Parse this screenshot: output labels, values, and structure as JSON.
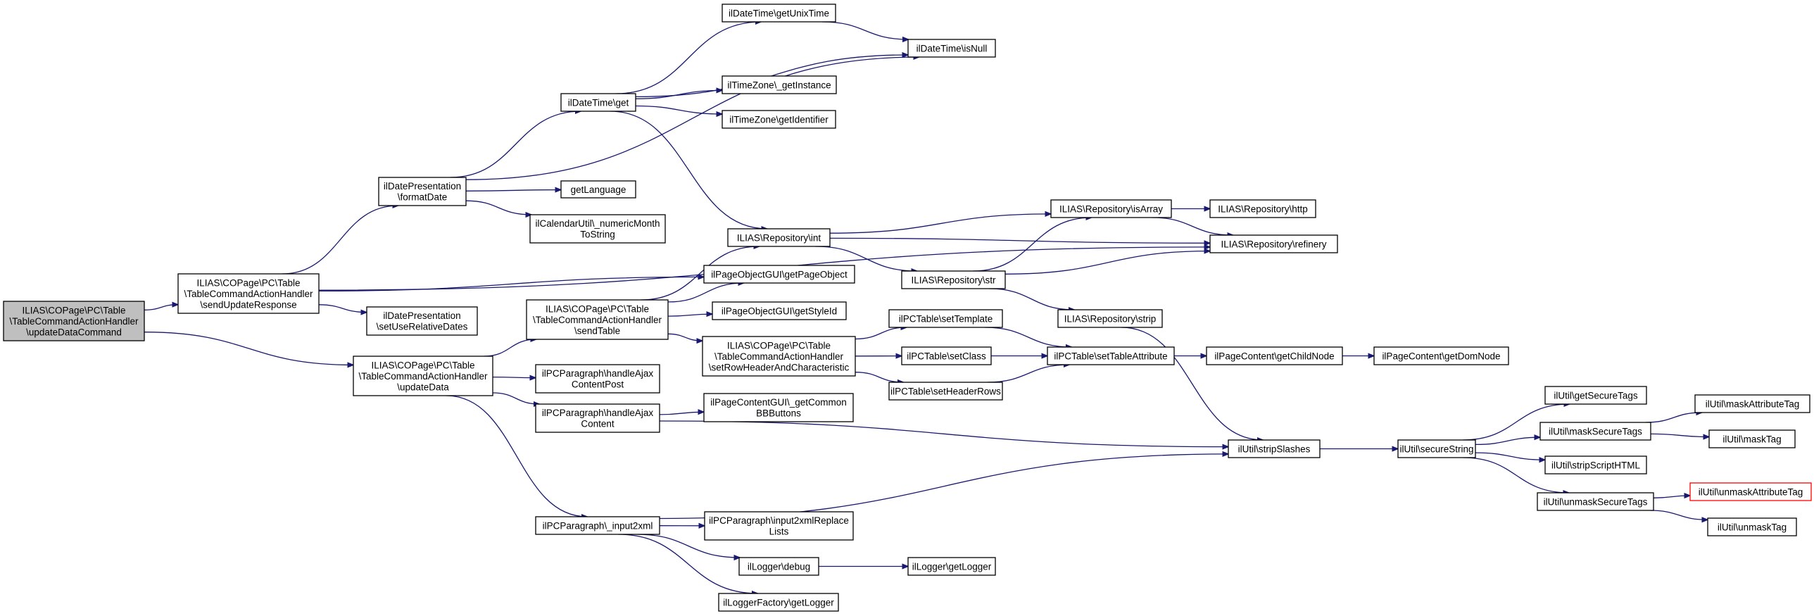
{
  "graph": {
    "nodes": [
      {
        "id": "root",
        "lines": [
          "ILIAS\\COPage\\PC\\Table",
          "\\TableCommandActionHandler",
          "\\updateDataCommand"
        ],
        "style": "root"
      },
      {
        "id": "sendUpdateResponse",
        "lines": [
          "ILIAS\\COPage\\PC\\Table",
          "\\TableCommandActionHandler",
          "\\sendUpdateResponse"
        ]
      },
      {
        "id": "updateData",
        "lines": [
          "ILIAS\\COPage\\PC\\Table",
          "\\TableCommandActionHandler",
          "\\updateData"
        ]
      },
      {
        "id": "formatDate",
        "lines": [
          "ilDatePresentation",
          "\\formatDate"
        ]
      },
      {
        "id": "setUseRelativeDates",
        "lines": [
          "ilDatePresentation",
          "\\setUseRelativeDates"
        ]
      },
      {
        "id": "dtGet",
        "lines": [
          "ilDateTime\\get"
        ]
      },
      {
        "id": "getLanguage",
        "lines": [
          "getLanguage"
        ]
      },
      {
        "id": "numericMonth",
        "lines": [
          "ilCalendarUtil\\_numericMonth",
          "ToString"
        ]
      },
      {
        "id": "getUnixTime",
        "lines": [
          "ilDateTime\\getUnixTime"
        ]
      },
      {
        "id": "isNull",
        "lines": [
          "ilDateTime\\isNull"
        ]
      },
      {
        "id": "tzInstance",
        "lines": [
          "ilTimeZone\\_getInstance"
        ]
      },
      {
        "id": "tzIdentifier",
        "lines": [
          "ilTimeZone\\getIdentifier"
        ]
      },
      {
        "id": "sendTable",
        "lines": [
          "ILIAS\\COPage\\PC\\Table",
          "\\TableCommandActionHandler",
          "\\sendTable"
        ]
      },
      {
        "id": "handleAjaxContentPost",
        "lines": [
          "ilPCParagraph\\handleAjax",
          "ContentPost"
        ]
      },
      {
        "id": "handleAjaxContent",
        "lines": [
          "ilPCParagraph\\handleAjax",
          "Content"
        ]
      },
      {
        "id": "input2xml",
        "lines": [
          "ilPCParagraph\\_input2xml"
        ]
      },
      {
        "id": "repoInt",
        "lines": [
          "ILIAS\\Repository\\int"
        ]
      },
      {
        "id": "getPageObject",
        "lines": [
          "ilPageObjectGUI\\getPageObject"
        ]
      },
      {
        "id": "getStyleId",
        "lines": [
          "ilPageObjectGUI\\getStyleId"
        ]
      },
      {
        "id": "setRowHeader",
        "lines": [
          "ILIAS\\COPage\\PC\\Table",
          "\\TableCommandActionHandler",
          "\\setRowHeaderAndCharacteristic"
        ]
      },
      {
        "id": "commonBB",
        "lines": [
          "ilPageContentGUI\\_getCommon",
          "BBButtons"
        ]
      },
      {
        "id": "replaceLists",
        "lines": [
          "ilPCParagraph\\input2xmlReplace",
          "Lists"
        ]
      },
      {
        "id": "loggerDebug",
        "lines": [
          "ilLogger\\debug"
        ]
      },
      {
        "id": "factoryGetLogger",
        "lines": [
          "ilLoggerFactory\\getLogger"
        ]
      },
      {
        "id": "repoStr",
        "lines": [
          "ILIAS\\Repository\\str"
        ]
      },
      {
        "id": "repoIsArray",
        "lines": [
          "ILIAS\\Repository\\isArray"
        ]
      },
      {
        "id": "repoRefinery",
        "lines": [
          "ILIAS\\Repository\\refinery"
        ]
      },
      {
        "id": "repoHttp",
        "lines": [
          "ILIAS\\Repository\\http"
        ]
      },
      {
        "id": "repoStrip",
        "lines": [
          "ILIAS\\Repository\\strip"
        ]
      },
      {
        "id": "setTemplate",
        "lines": [
          "ilPCTable\\setTemplate"
        ]
      },
      {
        "id": "setClass",
        "lines": [
          "ilPCTable\\setClass"
        ]
      },
      {
        "id": "setHeaderRows",
        "lines": [
          "ilPCTable\\setHeaderRows"
        ]
      },
      {
        "id": "setTableAttribute",
        "lines": [
          "ilPCTable\\setTableAttribute"
        ]
      },
      {
        "id": "getChildNode",
        "lines": [
          "ilPageContent\\getChildNode"
        ]
      },
      {
        "id": "getDomNode",
        "lines": [
          "ilPageContent\\getDomNode"
        ]
      },
      {
        "id": "stripSlashes",
        "lines": [
          "ilUtil\\stripSlashes"
        ]
      },
      {
        "id": "secureString",
        "lines": [
          "ilUtil\\secureString"
        ]
      },
      {
        "id": "getSecureTags",
        "lines": [
          "ilUtil\\getSecureTags"
        ]
      },
      {
        "id": "maskSecureTags",
        "lines": [
          "ilUtil\\maskSecureTags"
        ]
      },
      {
        "id": "stripScriptHTML",
        "lines": [
          "ilUtil\\stripScriptHTML"
        ]
      },
      {
        "id": "unmaskSecureTags",
        "lines": [
          "ilUtil\\unmaskSecureTags"
        ]
      },
      {
        "id": "maskAttributeTag",
        "lines": [
          "ilUtil\\maskAttributeTag"
        ]
      },
      {
        "id": "maskTag",
        "lines": [
          "ilUtil\\maskTag"
        ]
      },
      {
        "id": "unmaskAttributeTag",
        "lines": [
          "ilUtil\\unmaskAttributeTag"
        ],
        "style": "red"
      },
      {
        "id": "unmaskTag",
        "lines": [
          "ilUtil\\unmaskTag"
        ]
      },
      {
        "id": "loggerGetLogger",
        "lines": [
          "ilLogger\\getLogger"
        ]
      }
    ],
    "edges": [
      [
        "root",
        "sendUpdateResponse"
      ],
      [
        "root",
        "updateData"
      ],
      [
        "sendUpdateResponse",
        "formatDate"
      ],
      [
        "sendUpdateResponse",
        "setUseRelativeDates"
      ],
      [
        "sendUpdateResponse",
        "getPageObject"
      ],
      [
        "sendUpdateResponse",
        "repoRefinery"
      ],
      [
        "formatDate",
        "dtGet"
      ],
      [
        "formatDate",
        "getLanguage"
      ],
      [
        "formatDate",
        "numericMonth"
      ],
      [
        "formatDate",
        "isNull"
      ],
      [
        "dtGet",
        "getUnixTime"
      ],
      [
        "dtGet",
        "isNull"
      ],
      [
        "dtGet",
        "tzInstance"
      ],
      [
        "dtGet",
        "tzIdentifier"
      ],
      [
        "dtGet",
        "repoInt"
      ],
      [
        "getUnixTime",
        "isNull"
      ],
      [
        "updateData",
        "sendTable"
      ],
      [
        "updateData",
        "handleAjaxContentPost"
      ],
      [
        "updateData",
        "handleAjaxContent"
      ],
      [
        "updateData",
        "input2xml"
      ],
      [
        "sendTable",
        "repoInt"
      ],
      [
        "sendTable",
        "getPageObject"
      ],
      [
        "sendTable",
        "getStyleId"
      ],
      [
        "sendTable",
        "setRowHeader"
      ],
      [
        "handleAjaxContent",
        "commonBB"
      ],
      [
        "handleAjaxContent",
        "stripSlashes"
      ],
      [
        "input2xml",
        "stripSlashes"
      ],
      [
        "input2xml",
        "replaceLists"
      ],
      [
        "input2xml",
        "loggerDebug"
      ],
      [
        "input2xml",
        "factoryGetLogger"
      ],
      [
        "loggerDebug",
        "loggerGetLogger"
      ],
      [
        "repoInt",
        "repoStr"
      ],
      [
        "repoInt",
        "repoIsArray"
      ],
      [
        "repoInt",
        "repoRefinery"
      ],
      [
        "repoStr",
        "repoIsArray"
      ],
      [
        "repoStr",
        "repoRefinery"
      ],
      [
        "repoStr",
        "repoStrip"
      ],
      [
        "repoIsArray",
        "repoHttp"
      ],
      [
        "repoIsArray",
        "repoRefinery"
      ],
      [
        "repoStrip",
        "stripSlashes"
      ],
      [
        "setRowHeader",
        "setTemplate"
      ],
      [
        "setRowHeader",
        "setClass"
      ],
      [
        "setRowHeader",
        "setHeaderRows"
      ],
      [
        "setTemplate",
        "setTableAttribute"
      ],
      [
        "setClass",
        "setTableAttribute"
      ],
      [
        "setHeaderRows",
        "setTableAttribute"
      ],
      [
        "setTableAttribute",
        "getChildNode"
      ],
      [
        "getChildNode",
        "getDomNode"
      ],
      [
        "stripSlashes",
        "secureString"
      ],
      [
        "secureString",
        "getSecureTags"
      ],
      [
        "secureString",
        "maskSecureTags"
      ],
      [
        "secureString",
        "stripScriptHTML"
      ],
      [
        "secureString",
        "unmaskSecureTags"
      ],
      [
        "maskSecureTags",
        "maskAttributeTag"
      ],
      [
        "maskSecureTags",
        "maskTag"
      ],
      [
        "unmaskSecureTags",
        "unmaskAttributeTag"
      ],
      [
        "unmaskSecureTags",
        "unmaskTag"
      ]
    ]
  }
}
